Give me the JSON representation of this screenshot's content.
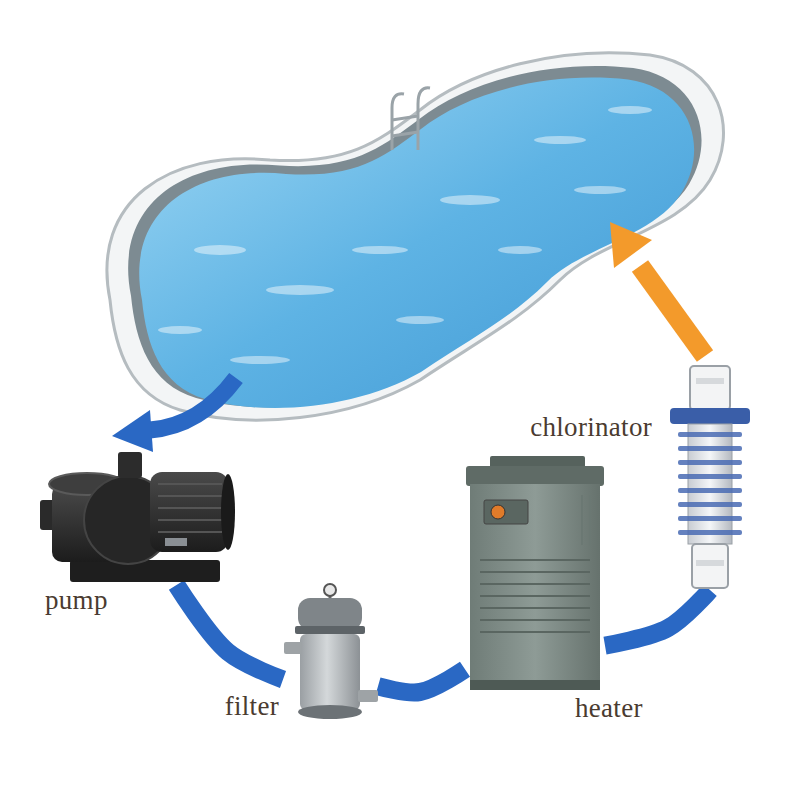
{
  "diagram": {
    "nodes": [
      {
        "text": [
          "pump"
        ]
      },
      {
        "text": [
          "filter"
        ]
      },
      {
        "text": [
          "heater"
        ]
      },
      {
        "text": [
          "chlorinator"
        ]
      }
    ],
    "edges": [
      {
        "from": 0,
        "to": 1,
        "arrow": "none"
      },
      {
        "from": 1,
        "to": 2,
        "arrow": "none"
      },
      {
        "from": 2,
        "to": 3,
        "arrow": "none"
      }
    ]
  }
}
